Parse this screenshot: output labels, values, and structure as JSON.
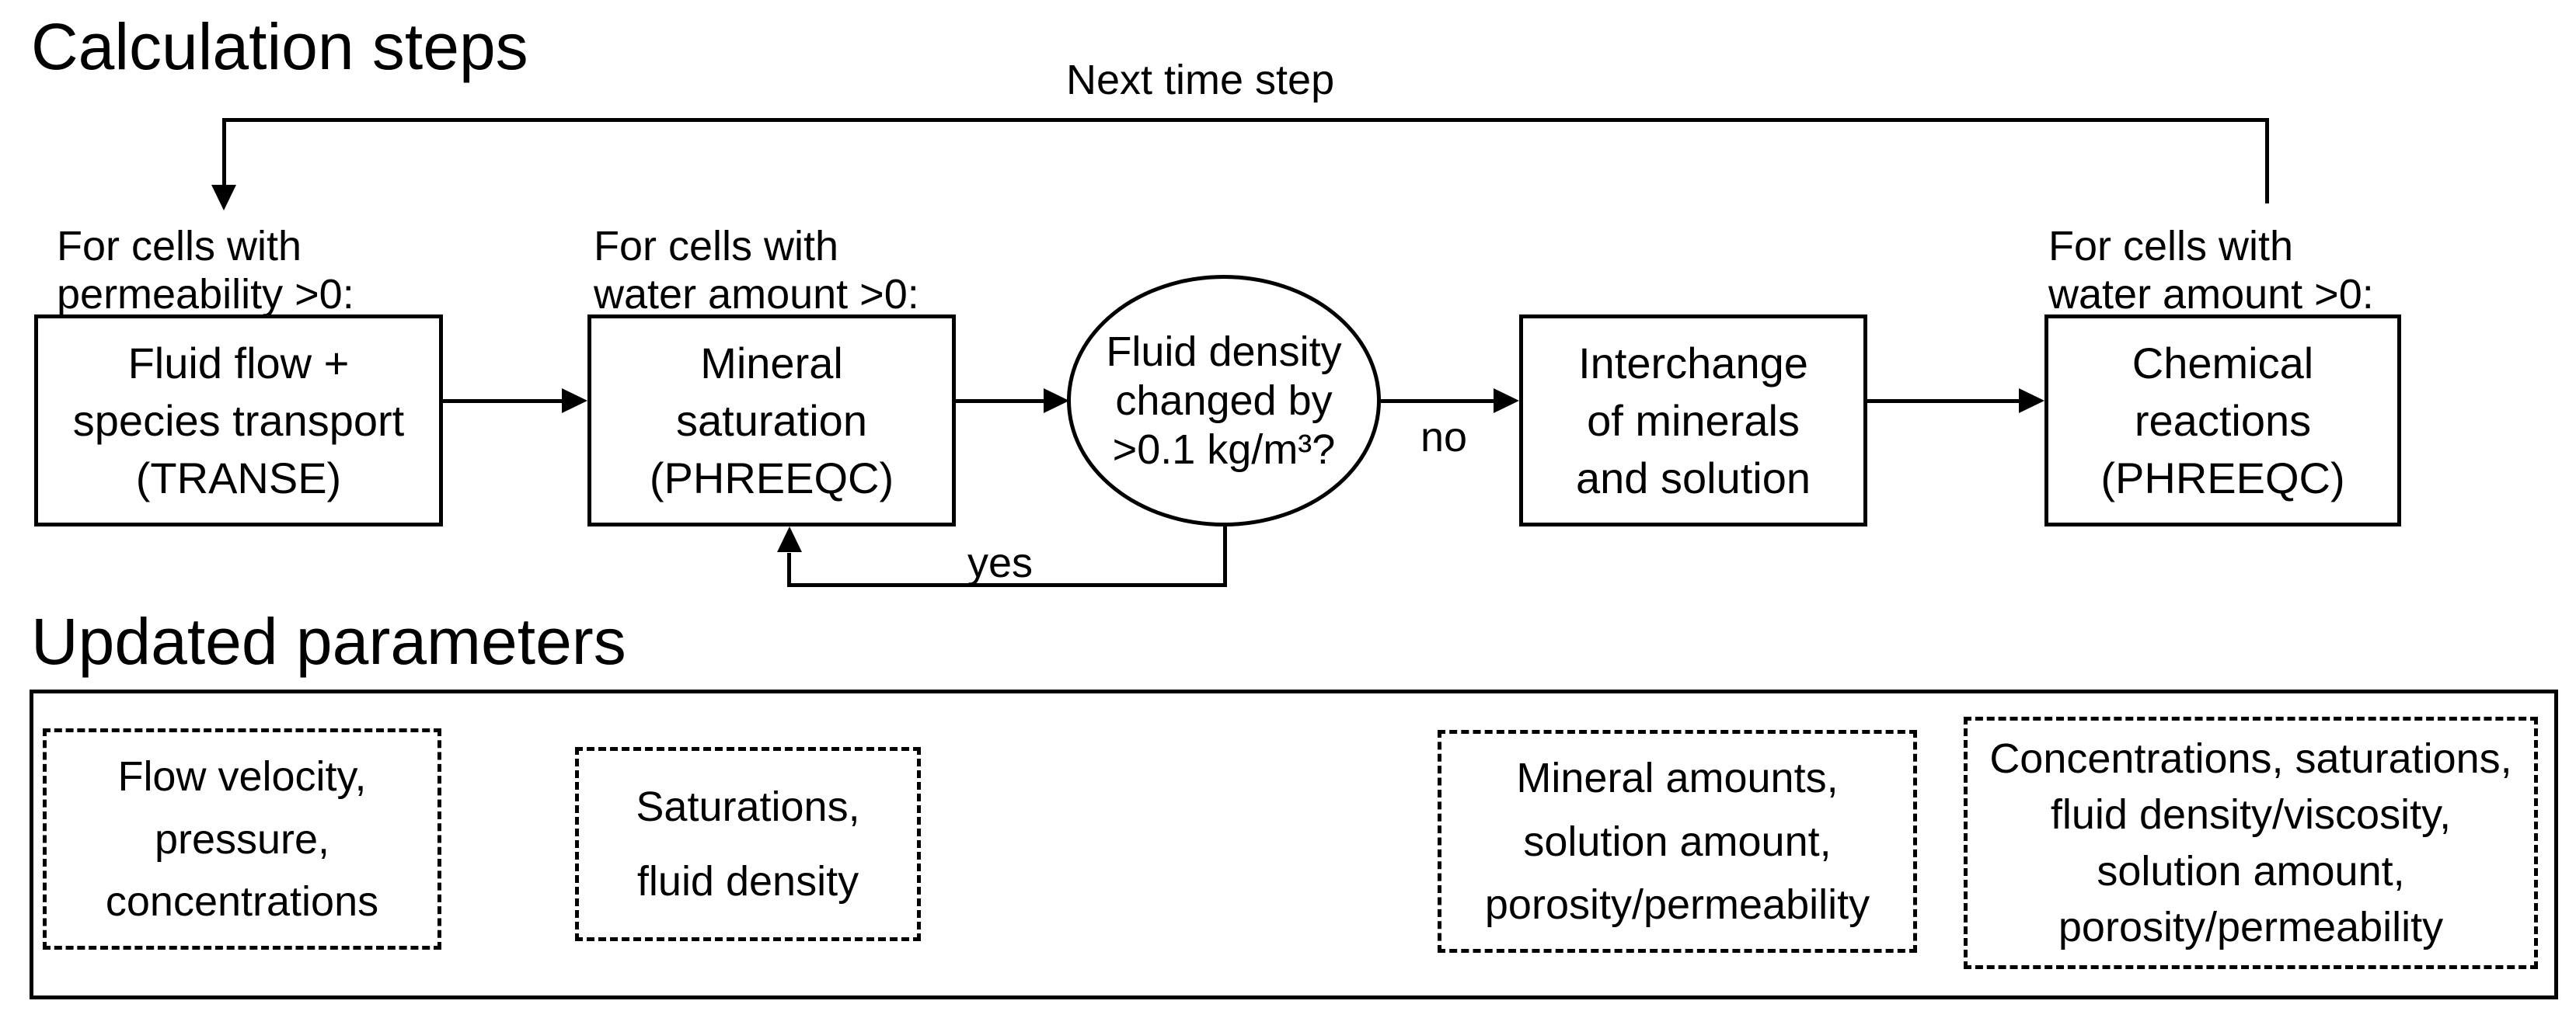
{
  "colors": {
    "ink": "#000000",
    "background": "#ffffff"
  },
  "flow_section": {
    "title": "Calculation steps",
    "loop_label": "Next time step",
    "edge_labels": {
      "no": "no",
      "yes": "yes"
    },
    "cell_conditions": [
      {
        "lines": [
          "For cells with",
          "permeability >0:"
        ]
      },
      {
        "lines": [
          "For cells with",
          "water amount >0:"
        ]
      },
      {
        "lines": [
          "For cells with",
          "water amount >0:"
        ]
      }
    ],
    "nodes": [
      {
        "id": "fluid-flow-transport",
        "shape": "rect",
        "lines": [
          "Fluid flow +",
          "species transport",
          "(TRANSE)"
        ]
      },
      {
        "id": "mineral-saturation",
        "shape": "rect",
        "lines": [
          "Mineral",
          "saturation",
          "(PHREEQC)"
        ]
      },
      {
        "id": "density-check",
        "shape": "ellipse",
        "lines": [
          "Fluid density",
          "changed by",
          ">0.1 kg/m³?"
        ]
      },
      {
        "id": "interchange",
        "shape": "rect",
        "lines": [
          "Interchange",
          "of minerals",
          "and solution"
        ]
      },
      {
        "id": "chemical-reactions",
        "shape": "rect",
        "lines": [
          "Chemical",
          "reactions",
          "(PHREEQC)"
        ]
      }
    ]
  },
  "params_section": {
    "title": "Updated parameters",
    "groups": [
      {
        "lines": [
          "Flow velocity,",
          "pressure,",
          "concentrations"
        ]
      },
      {
        "lines": [
          "Saturations,",
          "fluid density"
        ]
      },
      {
        "lines": [
          "Mineral amounts,",
          "solution amount,",
          "porosity/permeability"
        ]
      },
      {
        "lines": [
          "Concentrations, saturations,",
          "fluid density/viscosity,",
          "solution amount,",
          "porosity/permeability"
        ]
      }
    ]
  }
}
